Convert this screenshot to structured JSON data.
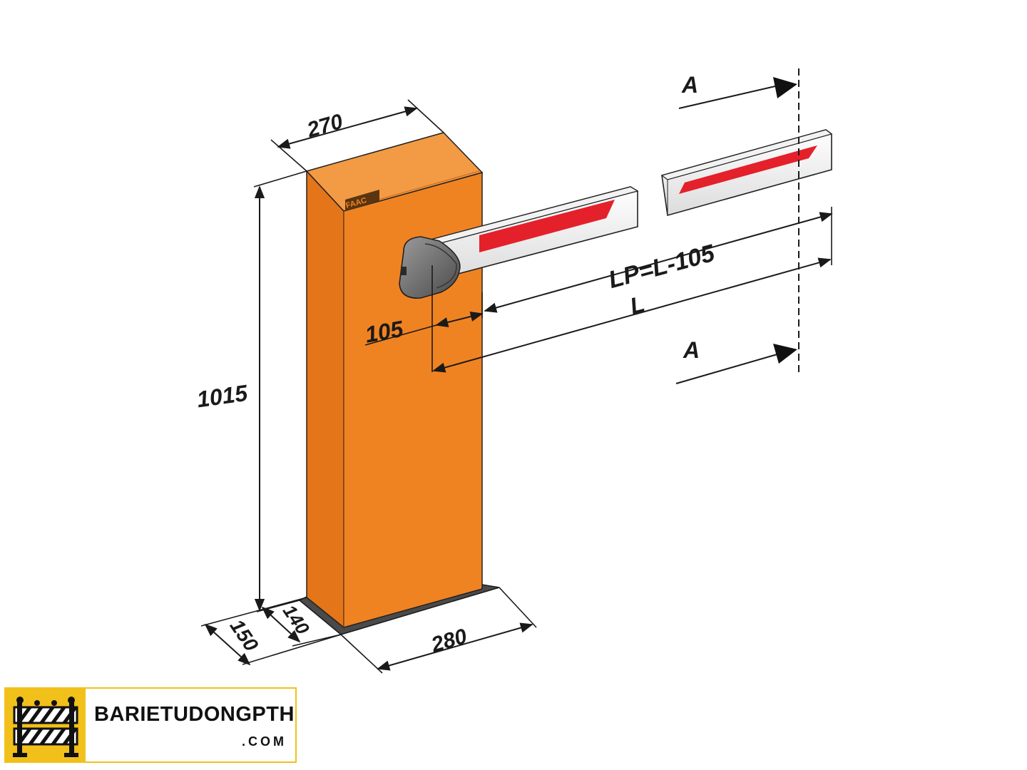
{
  "diagram": {
    "dimensions": {
      "width_top": "270",
      "height": "1015",
      "offset_105": "105",
      "beam_length": "L",
      "beam_profile": "LP=L-105",
      "base_140": "140",
      "base_150": "150",
      "base_280": "280"
    },
    "section_marks": {
      "upper": "A",
      "lower": "A"
    },
    "colors": {
      "cabinet_orange": "#f08321",
      "beam_red": "#e4202a",
      "arrow_black": "#111111"
    },
    "cabinet_brand_mark": "FAAC"
  },
  "logo": {
    "name": "BARIETUDONGPTH",
    "tld": ".COM",
    "icon": "barrier-icon",
    "colors": {
      "accent": "#f2c01b"
    }
  }
}
